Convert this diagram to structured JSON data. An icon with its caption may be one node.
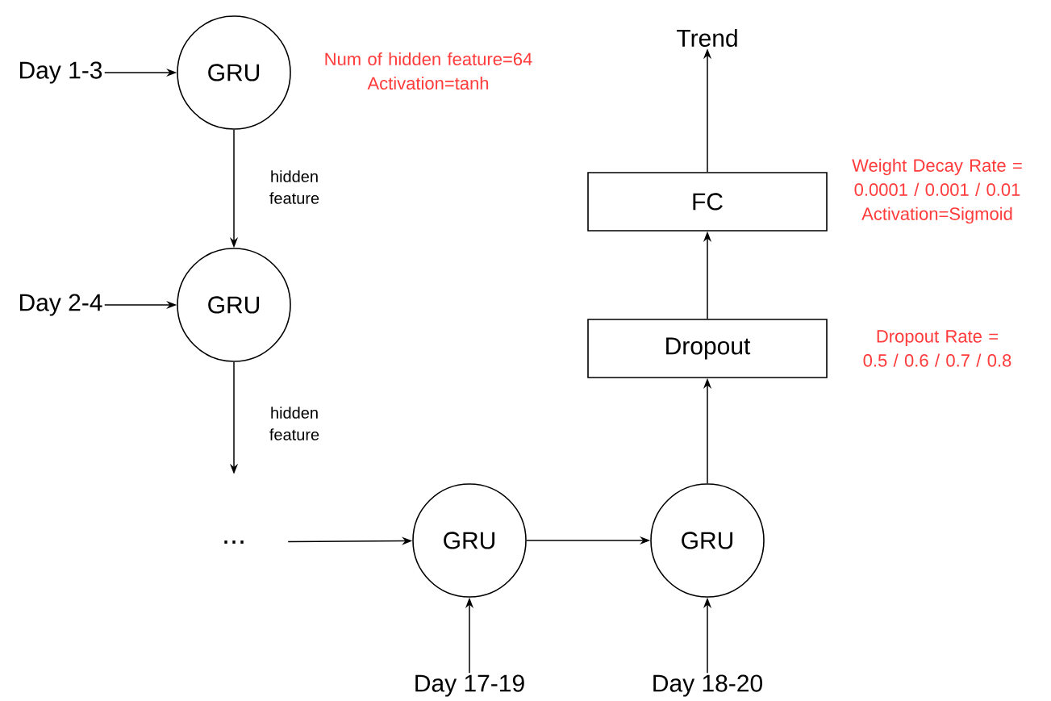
{
  "diagram": {
    "nodes": [
      {
        "text": [
          "Day 1-3"
        ]
      },
      {
        "text": [
          "GRU"
        ]
      },
      {
        "text": [
          "Day 2-4"
        ]
      },
      {
        "text": [
          "GRU"
        ]
      },
      {
        "text": [
          "..."
        ]
      },
      {
        "text": [
          "GRU"
        ]
      },
      {
        "text": [
          "GRU"
        ]
      },
      {
        "text": [
          "Day 17-19"
        ]
      },
      {
        "text": [
          "Day 18-20"
        ]
      },
      {
        "text": [
          "Dropout"
        ]
      },
      {
        "text": [
          "FC"
        ]
      },
      {
        "text": [
          "Trend"
        ]
      }
    ],
    "edges": [
      {
        "from": 0,
        "to": 1,
        "arrow": "to"
      },
      {
        "from": 1,
        "to": 3,
        "arrow": "to",
        "label": "hidden feature"
      },
      {
        "from": 2,
        "to": 3,
        "arrow": "to"
      },
      {
        "from": 3,
        "to": 4,
        "arrow": "to",
        "label": "hidden feature"
      },
      {
        "from": 4,
        "to": 5,
        "arrow": "to"
      },
      {
        "from": 5,
        "to": 6,
        "arrow": "to"
      },
      {
        "from": 7,
        "to": 5,
        "arrow": "to"
      },
      {
        "from": 8,
        "to": 6,
        "arrow": "to"
      },
      {
        "from": 6,
        "to": 9,
        "arrow": "to"
      },
      {
        "from": 9,
        "to": 10,
        "arrow": "to"
      },
      {
        "from": 10,
        "to": 11,
        "arrow": "to"
      }
    ],
    "labels": [
      "Num of hidden feature=64 Activation=tanh",
      "Weight Decay Rate = 0.0001 / 0.001 / 0.01 Activation=Sigmoid",
      "Dropout Rate = 0.5 / 0.6 / 0.7 / 0.8"
    ]
  }
}
